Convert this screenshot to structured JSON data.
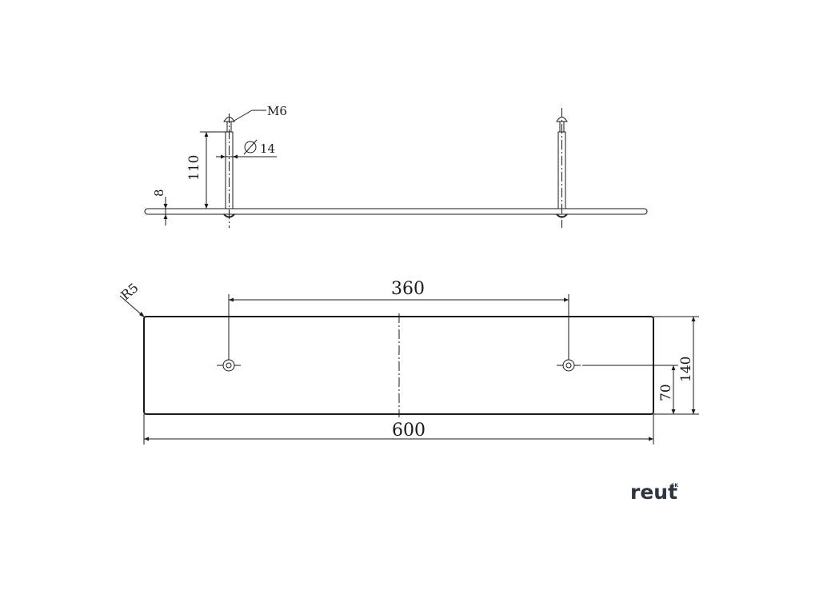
{
  "side_view": {
    "thread_label": "M6",
    "diameter_label": "14",
    "pin_height_label": "110",
    "thickness_label": "8"
  },
  "top_view": {
    "radius_label": "R5",
    "hole_spacing_label": "360",
    "width_label": "600",
    "depth_label": "140",
    "hole_offset_label": "70"
  },
  "brand": {
    "name": "reut",
    "suffix": "SK",
    "color": "#2e3440"
  }
}
